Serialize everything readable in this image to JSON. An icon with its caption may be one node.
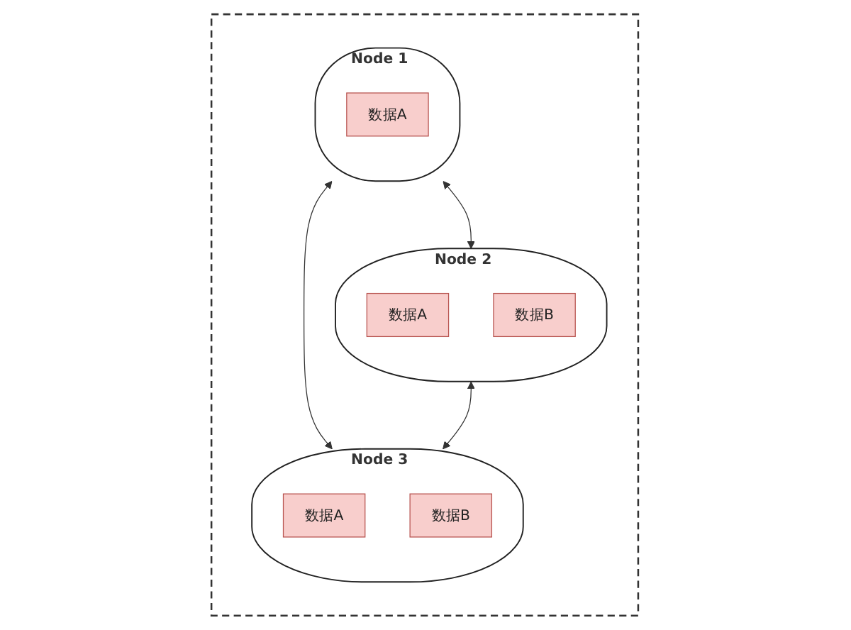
{
  "diagram": {
    "nodes": [
      {
        "text": [],
        "shape": "box"
      },
      {
        "text": [
          "Node 1"
        ],
        "in": 0
      },
      {
        "text": [
          "数据A"
        ],
        "in": 1
      },
      {
        "text": [
          "Node 2"
        ],
        "in": 0
      },
      {
        "text": [
          "数据A"
        ],
        "in": 3
      },
      {
        "text": [
          "数据B"
        ],
        "in": 3
      },
      {
        "text": [
          "Node 3"
        ],
        "in": 0
      },
      {
        "text": [
          "数据A"
        ],
        "in": 6
      },
      {
        "text": [
          "数据B"
        ],
        "in": 6
      }
    ],
    "edges": [
      {
        "from": 1,
        "to": 3,
        "arrow": "both"
      },
      {
        "from": 1,
        "to": 6,
        "arrow": "both"
      },
      {
        "from": 3,
        "to": 6,
        "arrow": "both"
      }
    ]
  }
}
